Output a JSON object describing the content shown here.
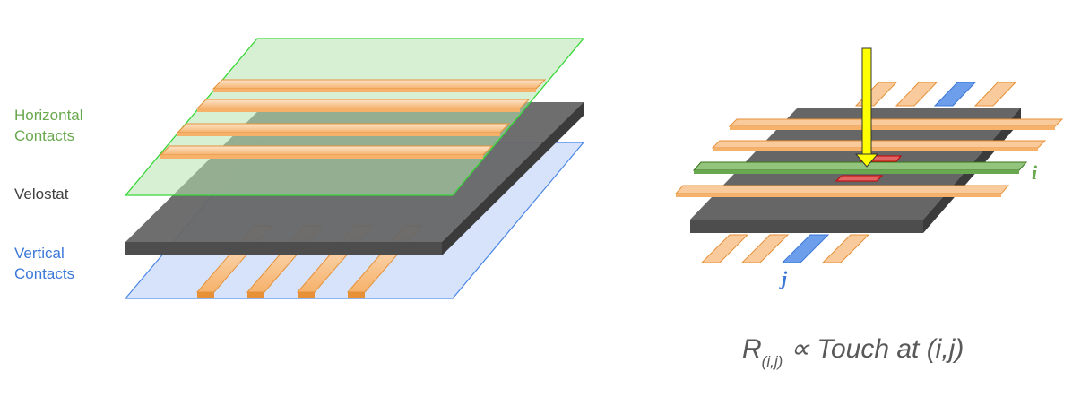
{
  "left": {
    "horizontal_label_line1": "Horizontal",
    "horizontal_label_line2": "Contacts",
    "velostat_label": "Velostat",
    "vertical_label_line1": "Vertical",
    "vertical_label_line2": "Contacts"
  },
  "right": {
    "row_index": "i",
    "col_index": "j",
    "formula_r": "R",
    "formula_sub": "(i,j)",
    "formula_rest": " ∝ Touch at (i,j)"
  },
  "colors": {
    "horizontal": "#6aa84f",
    "velostat": "#595959",
    "vertical": "#3c78d8",
    "contact_strip": "#f9cb9c",
    "contact_edge": "#e69138",
    "pressed_cell": "#e06666",
    "arrow": "#ffff00"
  }
}
